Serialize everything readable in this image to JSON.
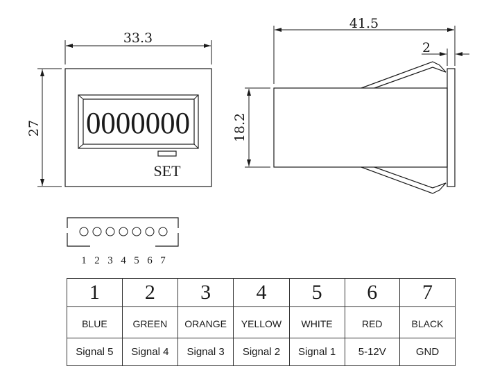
{
  "front_view": {
    "width_dim": "33.3",
    "height_dim": "27",
    "display_value": "0000000",
    "button_label": "SET"
  },
  "side_view": {
    "length_dim": "41.5",
    "flange_dim": "2",
    "height_dim": "18.2"
  },
  "connector": {
    "pin_labels": [
      "1",
      "2",
      "3",
      "4",
      "5",
      "6",
      "7"
    ]
  },
  "pin_table": {
    "rows": [
      [
        "1",
        "2",
        "3",
        "4",
        "5",
        "6",
        "7"
      ],
      [
        "BLUE",
        "GREEN",
        "ORANGE",
        "YELLOW",
        "WHITE",
        "RED",
        "BLACK"
      ],
      [
        "Signal 5",
        "Signal 4",
        "Signal 3",
        "Signal 2",
        "Signal 1",
        "5-12V",
        "GND"
      ]
    ]
  }
}
